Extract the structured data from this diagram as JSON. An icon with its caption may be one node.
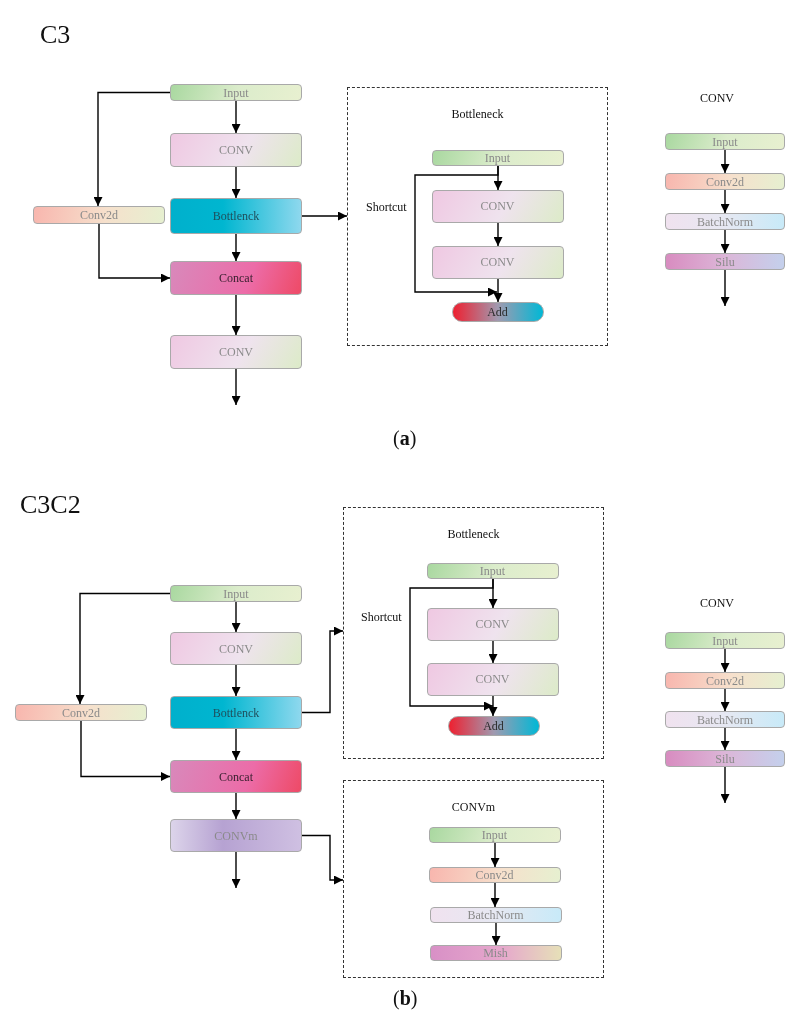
{
  "diagram": {
    "nodes": [
      {
        "text": [
          "Input"
        ]
      },
      {
        "text": [
          "CONV"
        ]
      },
      {
        "text": [
          "Bottlenck"
        ]
      },
      {
        "text": [
          "Conv2d"
        ]
      },
      {
        "text": [
          "Concat"
        ]
      },
      {
        "text": [
          "CONV"
        ]
      },
      {
        "text": [
          "Bottleneck"
        ]
      },
      {
        "text": [
          "Input"
        ],
        "in": 6
      },
      {
        "text": [
          "CONV"
        ],
        "in": 6
      },
      {
        "text": [
          "CONV"
        ],
        "in": 6
      },
      {
        "text": [
          "Add"
        ],
        "in": 6
      },
      {
        "text": [
          "Input"
        ]
      },
      {
        "text": [
          "Conv2d"
        ]
      },
      {
        "text": [
          "BatchNorm"
        ]
      },
      {
        "text": [
          "Silu"
        ]
      },
      {
        "text": [
          "Input"
        ]
      },
      {
        "text": [
          "CONV"
        ]
      },
      {
        "text": [
          "Bottlenck"
        ]
      },
      {
        "text": [
          "Conv2d"
        ]
      },
      {
        "text": [
          "Concat"
        ]
      },
      {
        "text": [
          "CONVm"
        ]
      },
      {
        "text": [
          "Bottleneck"
        ]
      },
      {
        "text": [
          "Input"
        ],
        "in": 21
      },
      {
        "text": [
          "CONV"
        ],
        "in": 21
      },
      {
        "text": [
          "CONV"
        ],
        "in": 21
      },
      {
        "text": [
          "Add"
        ],
        "in": 21
      },
      {
        "text": [
          "CONVm"
        ]
      },
      {
        "text": [
          "Input"
        ],
        "in": 26
      },
      {
        "text": [
          "Conv2d"
        ],
        "in": 26
      },
      {
        "text": [
          "BatchNorm"
        ],
        "in": 26
      },
      {
        "text": [
          "Mish"
        ],
        "in": 26
      },
      {
        "text": [
          "Input"
        ]
      },
      {
        "text": [
          "Conv2d"
        ]
      },
      {
        "text": [
          "BatchNorm"
        ]
      },
      {
        "text": [
          "Silu"
        ]
      }
    ],
    "edges": [
      {
        "from": 0,
        "to": 1,
        "arrow": "to"
      },
      {
        "from": 1,
        "to": 2,
        "arrow": "to"
      },
      {
        "from": 0,
        "to": 3,
        "arrow": "to"
      },
      {
        "from": 2,
        "to": 4,
        "arrow": "to"
      },
      {
        "from": 3,
        "to": 4,
        "arrow": "to"
      },
      {
        "from": 4,
        "to": 5,
        "arrow": "to"
      },
      {
        "from": 5,
        "to": null,
        "arrow": "to"
      },
      {
        "from": 2,
        "to": 6,
        "arrow": "to"
      },
      {
        "from": 7,
        "to": 8,
        "arrow": "to"
      },
      {
        "from": 8,
        "to": 9,
        "arrow": "to"
      },
      {
        "from": 9,
        "to": 10,
        "arrow": "to"
      },
      {
        "from": 7,
        "to": 10,
        "arrow": "to",
        "label": "Shortcut"
      },
      {
        "from": 11,
        "to": 12,
        "arrow": "to"
      },
      {
        "from": 12,
        "to": 13,
        "arrow": "to"
      },
      {
        "from": 13,
        "to": 14,
        "arrow": "to"
      },
      {
        "from": 14,
        "to": null,
        "arrow": "to"
      },
      {
        "from": 15,
        "to": 16,
        "arrow": "to"
      },
      {
        "from": 16,
        "to": 17,
        "arrow": "to"
      },
      {
        "from": 15,
        "to": 18,
        "arrow": "to"
      },
      {
        "from": 17,
        "to": 19,
        "arrow": "to"
      },
      {
        "from": 18,
        "to": 19,
        "arrow": "to"
      },
      {
        "from": 19,
        "to": 20,
        "arrow": "to"
      },
      {
        "from": 20,
        "to": null,
        "arrow": "to"
      },
      {
        "from": 17,
        "to": 21,
        "arrow": "to"
      },
      {
        "from": 20,
        "to": 26,
        "arrow": "to"
      },
      {
        "from": 22,
        "to": 23,
        "arrow": "to"
      },
      {
        "from": 23,
        "to": 24,
        "arrow": "to"
      },
      {
        "from": 24,
        "to": 25,
        "arrow": "to"
      },
      {
        "from": 22,
        "to": 25,
        "arrow": "to",
        "label": "Shortcut"
      },
      {
        "from": 27,
        "to": 28,
        "arrow": "to"
      },
      {
        "from": 28,
        "to": 29,
        "arrow": "to"
      },
      {
        "from": 29,
        "to": 30,
        "arrow": "to"
      },
      {
        "from": 31,
        "to": 32,
        "arrow": "to"
      },
      {
        "from": 32,
        "to": 33,
        "arrow": "to"
      },
      {
        "from": 33,
        "to": 34,
        "arrow": "to"
      },
      {
        "from": 34,
        "to": null,
        "arrow": "to"
      }
    ],
    "labels": [
      "C3",
      "CONV",
      "(**a**)",
      "C3C2",
      "CONV",
      "(**b**)"
    ]
  }
}
